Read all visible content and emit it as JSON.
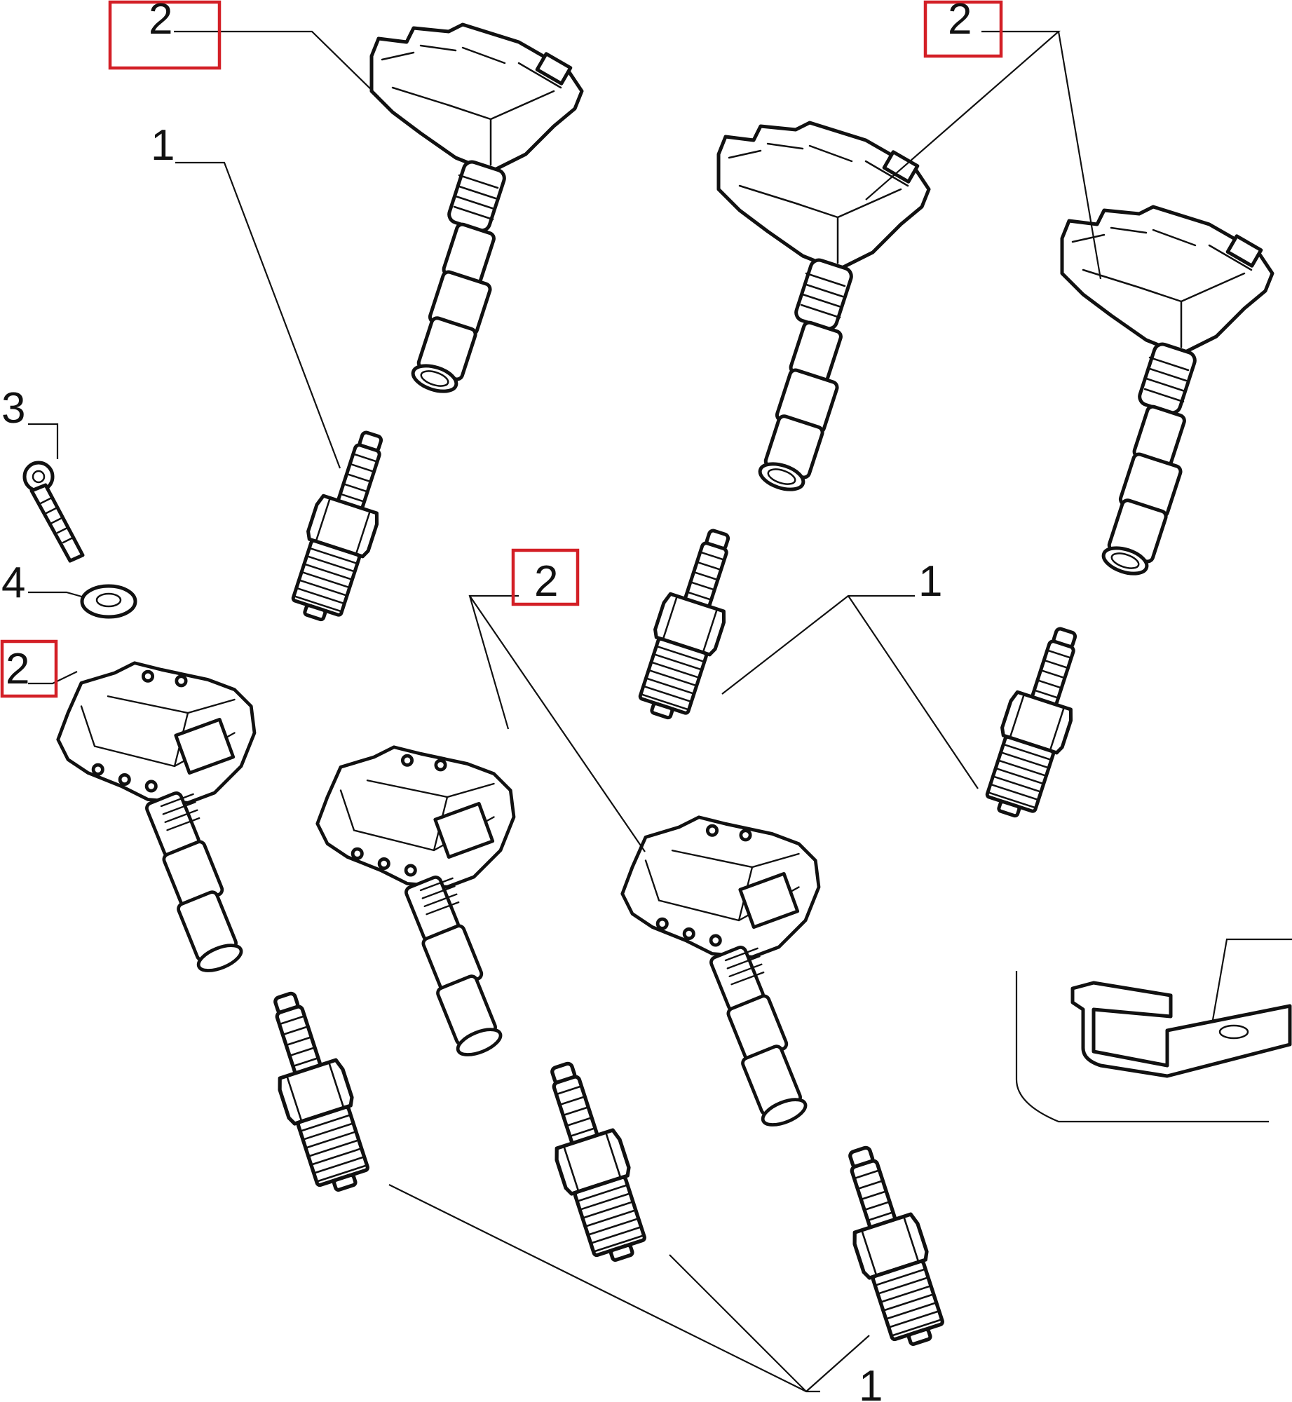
{
  "callouts": {
    "coil_top_left": "2",
    "coil_top_right": "2",
    "coil_bottom_mid": "2",
    "coil_left": "2",
    "plug_upper_left": "1",
    "plug_right": "1",
    "plug_bottom": "1",
    "screw": "3",
    "washer": "4"
  },
  "highlight_color": "#d31f26",
  "icons": {
    "pencil_coil": "pencil-ignition-coil-icon",
    "box_coil": "box-ignition-coil-icon",
    "spark_plug": "spark-plug-icon",
    "screw": "screw-icon",
    "washer": "washer-icon",
    "bracket": "bracket-icon"
  }
}
